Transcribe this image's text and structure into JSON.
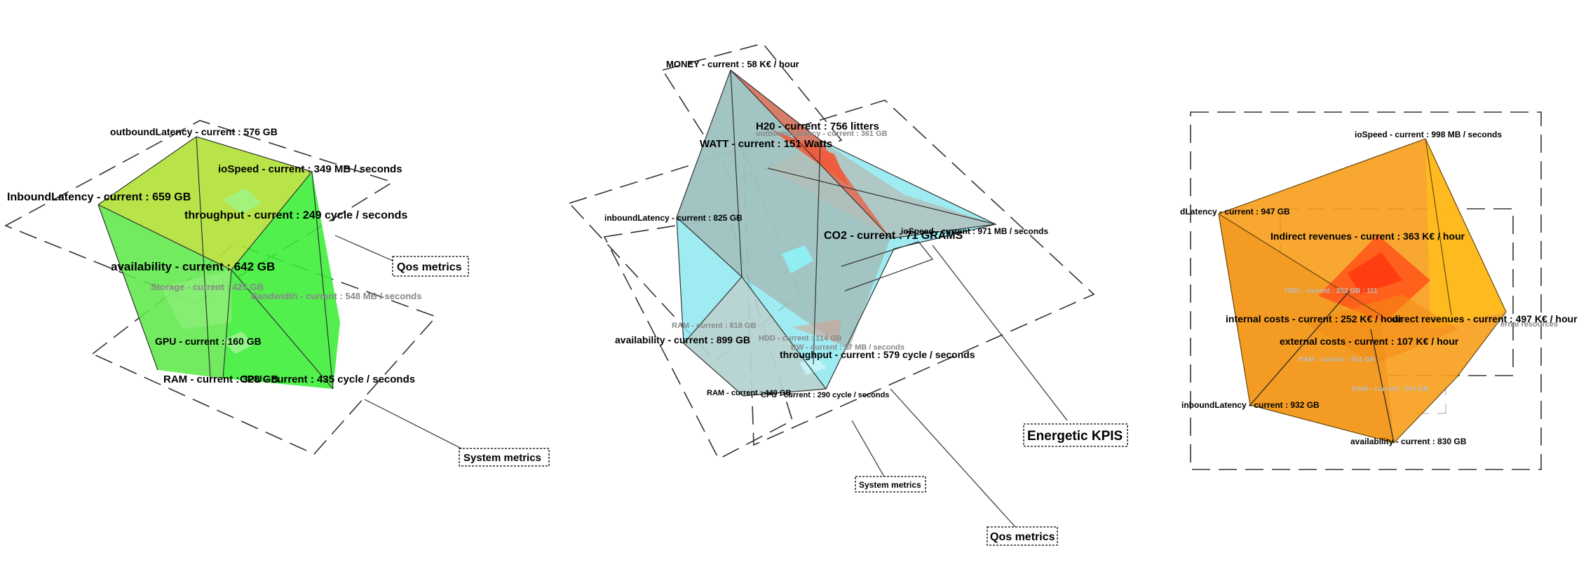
{
  "diagram_left": {
    "labels": {
      "outbound": "outboundLatency - current : 576 GB",
      "inbound": "InboundLatency - current : 659 GB",
      "ioSpeed": "ioSpeed - current : 349 MB / seconds",
      "throughput": "throughput - current : 249 cycle / seconds",
      "availability": "availability - current : 642 GB",
      "storage": "Storage - current : 425 GB",
      "bandwidth": "Bandwidth - current : 548 MB / seconds",
      "gpu": "GPU - current : 160 GB",
      "ram": "RAM - current : 328 GB",
      "cpu": "CPU - current : 435 cycle / seconds"
    },
    "tags": {
      "qos": "Qos metrics",
      "system": "System metrics"
    }
  },
  "diagram_middle": {
    "labels": {
      "money": "MONEY - current : 58 K€ / hour",
      "h2o": "H20 - current : 756 litters",
      "outbound": "outboundLatency - current : 361 GB",
      "watt": "WATT - current : 151 Watts",
      "inbound": "inboundLatency - current : 825 GB",
      "co2": "CO2 - current : 71 GRAMS",
      "ioSpeed": "ioSpeed - current : 971 MB / seconds",
      "ram_top": "RAM - current : 818 GB",
      "hdd": "HDD - current : 114 GB",
      "availability": "availability - current : 899 GB",
      "bw": "BW - current : 27 MB / seconds",
      "throughput": "throughput - current : 579 cycle / seconds",
      "ram": "RAM - current : 440 GB",
      "cpu": "CPU - current : 290 cycle / seconds"
    },
    "tags": {
      "system": "System metrics",
      "energetic": "Energetic KPIS",
      "qos": "Qos metrics"
    }
  },
  "diagram_right": {
    "labels": {
      "ioSpeed": "ioSpeed - current : 998 MB / seconds",
      "outbound": "dLatency - current : 947 GB",
      "indirect": "Indirect revenues - current : 363 K€ / hour",
      "hdd": "HDD - current : 252 GB : 111",
      "internal": "internal costs - current : 252 K€ / hour",
      "direct": "direct revenues - current : 497 K€ / hour",
      "direct_tail": "hour",
      "resources": "ernal resources",
      "external": "external costs - current : 107 K€ / hour",
      "ram": "RAM - current : 501 GB",
      "ram2": "RAM - current : 544 GB",
      "inbound": "inboundLatency - current : 932 GB",
      "availability": "availability - current : 830 GB"
    }
  }
}
